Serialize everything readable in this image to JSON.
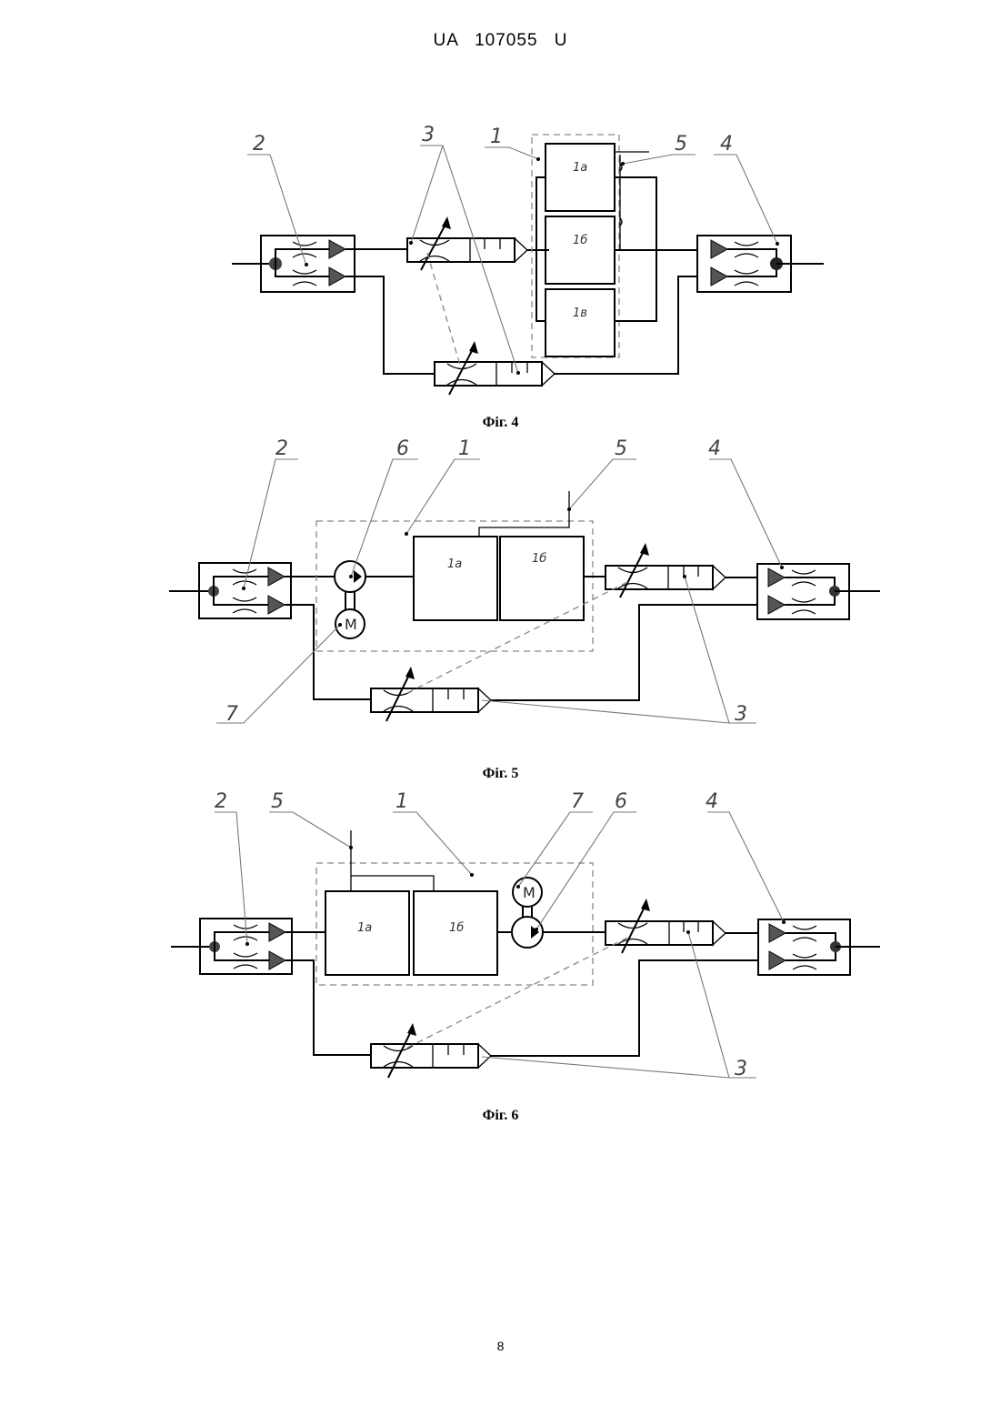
{
  "header": {
    "document_number": "UA   107055   U"
  },
  "page_number": "8",
  "figures": [
    {
      "caption": "Фіг. 4",
      "labels": {
        "l1": "1",
        "l2": "2",
        "l3": "3",
        "l4": "4",
        "l5": "5"
      },
      "blocks": [
        "1а",
        "1б",
        "1в"
      ]
    },
    {
      "caption": "Фіг. 5",
      "labels": {
        "l1": "1",
        "l2": "2",
        "l3": "3",
        "l4": "4",
        "l5": "5",
        "l6": "6",
        "l7": "7"
      },
      "blocks": [
        "1а",
        "1б"
      ],
      "motor": "M"
    },
    {
      "caption": "Фіг. 6",
      "labels": {
        "l1": "1",
        "l2": "2",
        "l3": "3",
        "l4": "4",
        "l5": "5",
        "l6": "6",
        "l7": "7"
      },
      "blocks": [
        "1а",
        "1б"
      ],
      "motor": "M"
    }
  ],
  "colors": {
    "line": "#000000",
    "leader": "#777777",
    "dashed_boundary": "#888888",
    "arrow_fill": "#555555"
  }
}
